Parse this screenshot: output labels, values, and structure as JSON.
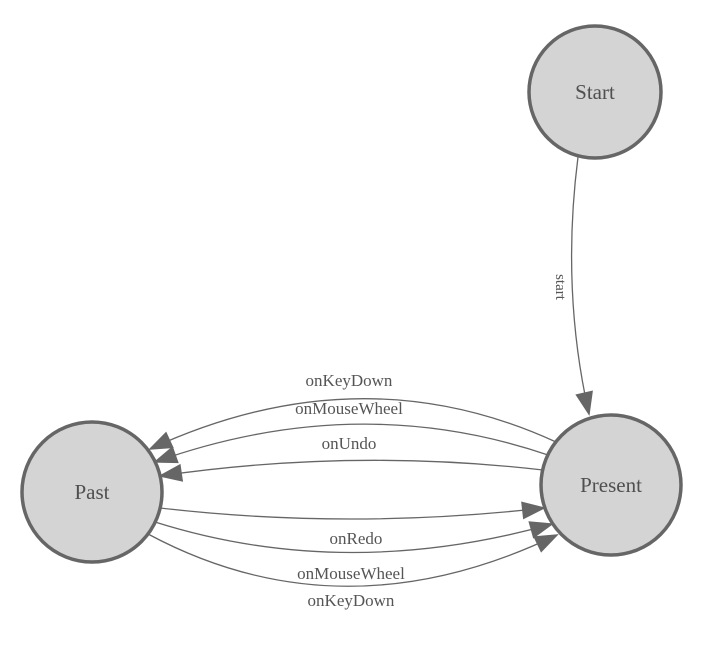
{
  "diagram": {
    "type": "state-machine-graph",
    "colors": {
      "background": "#ffffff",
      "node_fill": "#d4d4d4",
      "node_border": "#666666",
      "edge_line": "#666666",
      "arrowhead": "#666666",
      "node_label": "#4f4f4f",
      "edge_label": "#555555"
    },
    "nodes": [
      {
        "id": "start",
        "label": "Start"
      },
      {
        "id": "present",
        "label": "Present"
      },
      {
        "id": "past",
        "label": "Past"
      }
    ],
    "edges": [
      {
        "from": "Start",
        "to": "Present",
        "label": "start"
      },
      {
        "from": "Present",
        "to": "Past",
        "label": "onKeyDown"
      },
      {
        "from": "Present",
        "to": "Past",
        "label": "onMouseWheel"
      },
      {
        "from": "Present",
        "to": "Past",
        "label": "onUndo"
      },
      {
        "from": "Past",
        "to": "Present",
        "label": "onRedo"
      },
      {
        "from": "Past",
        "to": "Present",
        "label": "onMouseWheel"
      },
      {
        "from": "Past",
        "to": "Present",
        "label": "onKeyDown"
      }
    ]
  }
}
